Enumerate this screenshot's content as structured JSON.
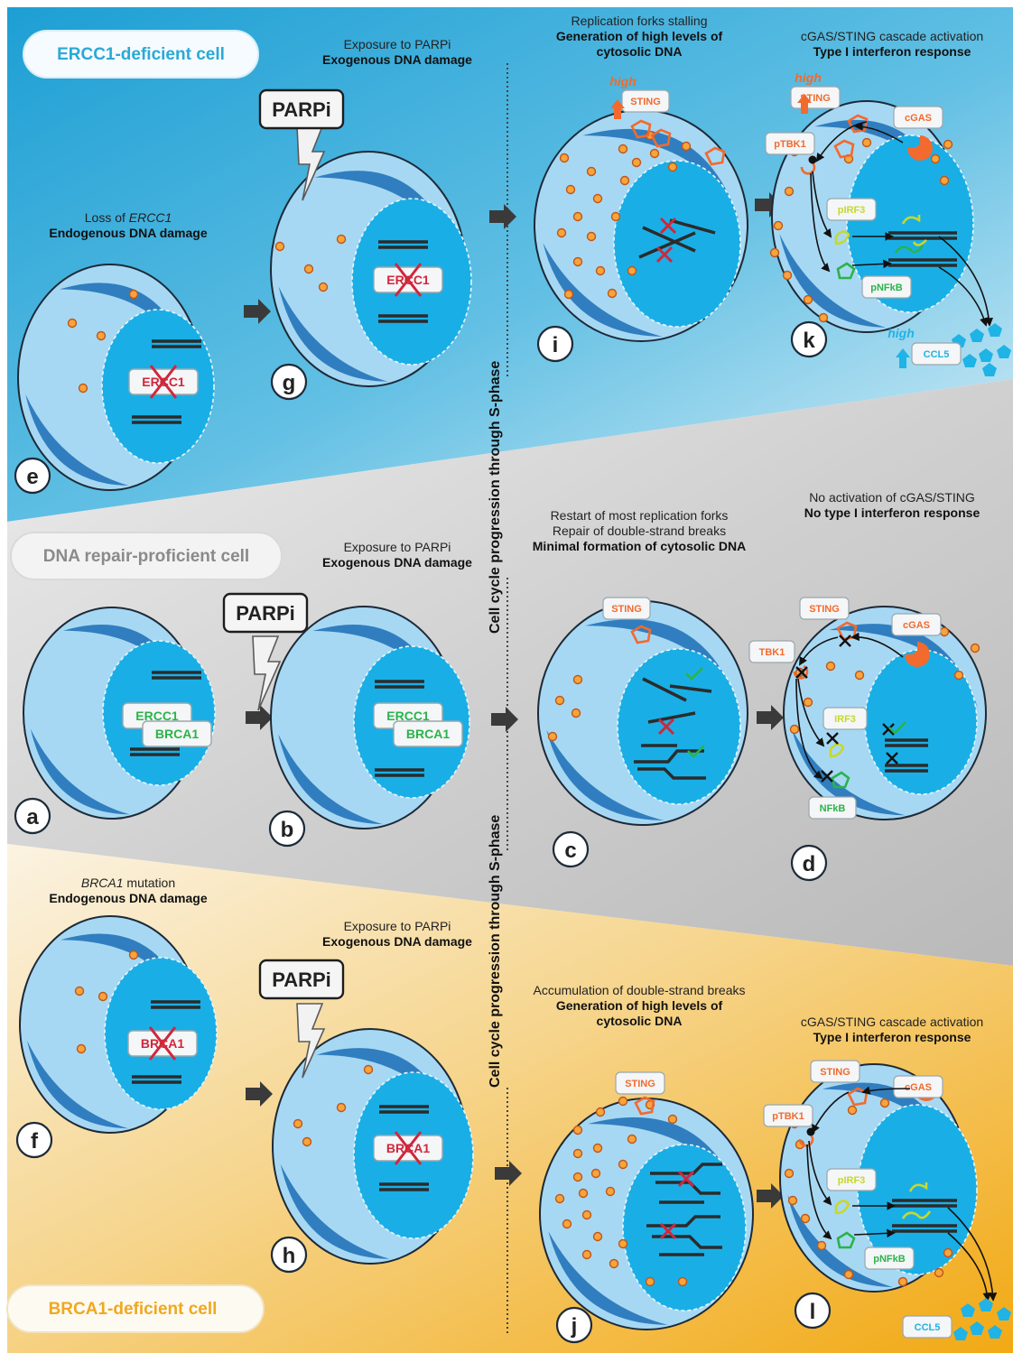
{
  "rows": {
    "ercc1": {
      "title": "ERCC1-deficient cell",
      "title_color": "#2aa9d6"
    },
    "proficient": {
      "title": "DNA repair-proficient cell",
      "title_color": "#8a8a8a"
    },
    "brca1": {
      "title": "BRCA1-deficient cell",
      "title_color": "#f0a820"
    }
  },
  "vertical_labels": {
    "top": "Cell cycle progression through S-phase",
    "bottom": "Cell cycle progression through S-phase"
  },
  "parpi_label": "PARPi",
  "captions": {
    "e": {
      "line1_plain": "Loss of ",
      "line1_italic": "ERCC1",
      "line2": "Endogenous DNA damage"
    },
    "g": {
      "line1": "Exposure to PARPi",
      "line2": "Exogenous DNA damage"
    },
    "i": {
      "line1": "Replication forks stalling",
      "line2": "Generation of high levels of",
      "line3": "cytosolic DNA"
    },
    "k": {
      "line1": "cGAS/STING cascade activation",
      "line2": "Type I interferon response"
    },
    "b": {
      "line1": "Exposure to PARPi",
      "line2": "Exogenous DNA damage"
    },
    "c": {
      "line1": "Restart of most replication forks",
      "line2": "Repair of double-strand breaks",
      "line3": "Minimal formation of cytosolic DNA"
    },
    "d": {
      "line1": "No activation of cGAS/STING",
      "line2": "No type I interferon response"
    },
    "f": {
      "line1_italic": "BRCA1",
      "line1_plain": " mutation",
      "line2": "Endogenous DNA damage"
    },
    "h": {
      "line1": "Exposure to PARPi",
      "line2": "Exogenous DNA damage"
    },
    "j": {
      "line1": "Accumulation of double-strand breaks",
      "line2": "Generation of high levels of",
      "line3": "cytosolic DNA"
    },
    "l": {
      "line1": "cGAS/STING cascade activation",
      "line2": "Type I interferon response"
    }
  },
  "panel_letters": {
    "e": "e",
    "g": "g",
    "i": "i",
    "k": "k",
    "a": "a",
    "b": "b",
    "c": "c",
    "d": "d",
    "f": "f",
    "h": "h",
    "j": "j",
    "l": "l"
  },
  "genes": {
    "ercc1": "ERCC1",
    "brca1": "BRCA1"
  },
  "proteins": {
    "sting": "STING",
    "cgas": "cGAS",
    "ptbk1": "pTBK1",
    "tbk1": "TBK1",
    "pirf3": "pIRF3",
    "irf3": "IRF3",
    "pnfkb": "pNFkB",
    "nfkb": "NFkB",
    "ccl5": "CCL5"
  },
  "high_label": "high",
  "colors": {
    "cell_fill": "#a7d8f3",
    "nucleus_fill": "#19afe6",
    "membrane_blue": "#1b6fb5",
    "sting_orange": "#f26a2e",
    "cgas_orange": "#f26a2e",
    "green": "#2bb34a",
    "yellow_green": "#c7d82c",
    "ccl5_cyan": "#1fb3e6",
    "cross_red": "#d1263b",
    "bg_blue": "#5bb9de",
    "bg_gray": "#c9c9c9",
    "bg_yellow": "#f4b832"
  }
}
